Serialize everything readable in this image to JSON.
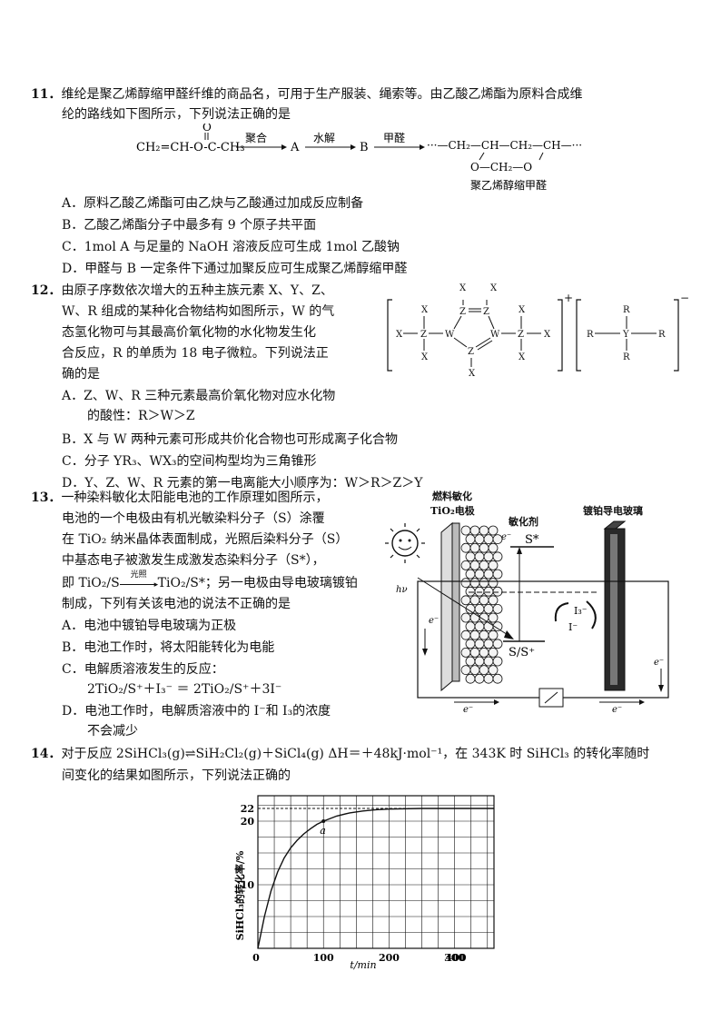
{
  "q11": {
    "num": "11．",
    "stem_l1": "维纶是聚乙烯醇缩甲醛纤维的商品名，可用于生产服装、绳索等。由乙酸乙烯酯为原料合成维",
    "stem_l2": "纶的路线如下图所示，下列说法正确的是",
    "scheme": {
      "start": "CH₂=CH-O-C-CH₃",
      "carbonyl_o": "O",
      "arrow1": "聚合",
      "a": "A",
      "arrow2": "水解",
      "b": "B",
      "arrow3": "甲醛",
      "product": "···—CH₂—CH—CH₂—CH—···",
      "ring": "O—CH₂—O",
      "product_name": "聚乙烯醇缩甲醛"
    },
    "options": [
      "A．原料乙酸乙烯酯可由乙炔与乙酸通过加成反应制备",
      "B．乙酸乙烯酯分子中最多有 9 个原子共平面",
      "C．1mol A 与足量的 NaOH 溶液反应可生成 1mol 乙酸钠",
      "D．甲醛与 B 一定条件下通过加聚反应可生成聚乙烯醇缩甲醛"
    ]
  },
  "q12": {
    "num": "12．",
    "stem": [
      "由原子序数依次增大的五种主族元素 X、Y、Z、",
      "W、R 组成的某种化合物结构如图所示，W 的气",
      "态氢化物可与其最高价氧化物的水化物发生化",
      "合反应，R 的单质为 18 电子微粒。下列说法正",
      "确的是"
    ],
    "structure": {
      "x": "X",
      "z": "Z",
      "w": "W",
      "y": "Y",
      "r": "R",
      "plus": "+",
      "minus": "−"
    },
    "options": [
      "A．Z、W、R 三种元素最高价氧化物对应水化物",
      "　　的酸性：R＞W＞Z",
      "B．X 与 W 两种元素可形成共价化合物也可形成离子化合物",
      "C．分子 YR₃、WX₃的空间构型均为三角锥形",
      "D．Y、Z、W、R 元素的第一电离能大小顺序为：W＞R＞Z＞Y"
    ]
  },
  "q13": {
    "num": "13．",
    "stem": [
      "一种染料敏化太阳能电池的工作原理如图所示，",
      "电池的一个电极由有机光敏染料分子（S）涂覆",
      "在 TiO₂ 纳米晶体表面制成，光照后染料分子（S）",
      "中基态电子被激发生成激发态染料分子（S*），"
    ],
    "eq_pre": "即 TiO₂/S",
    "eq_cond": "光照",
    "eq_post": "TiO₂/S*；另一电极由导电玻璃镀铂",
    "stem_end": "制成，下列有关该电池的说法不正确的是",
    "options": [
      "A．电池中镀铂导电玻璃为正极",
      "B．电池工作时，将太阳能转化为电能",
      "C．电解质溶液发生的反应：",
      "　　2TiO₂/S⁺＋I₃⁻ ＝ 2TiO₂/S⁺＋3I⁻",
      "D．电池工作时，电解质溶液中的 I⁻和 I₃的浓度",
      "　　不会减少"
    ],
    "figure": {
      "label_electrode": "燃料敏化",
      "label_electrode2": "TiO₂电极",
      "label_dye": "敏化剂",
      "label_glass": "镀铂导电玻璃",
      "s_star": "S*",
      "s_pair": "S/S⁺",
      "hv": "hν",
      "electron": "e⁻",
      "i3": "I₃⁻",
      "i": "I⁻"
    }
  },
  "q14": {
    "num": "14．",
    "stem_l1": "对于反应 2SiHCl₃(g)⇌SiH₂Cl₂(g)＋SiCl₄(g) ΔH＝＋48kJ·mol⁻¹，在 343K 时 SiHCl₃ 的转化率随时",
    "stem_l2": "间变化的结果如图所示，下列说法正确的"
  },
  "chart_data": {
    "type": "line",
    "xlabel": "t/min",
    "ylabel": "SiHCl₃的转化率/%",
    "xlim": [
      0,
      360
    ],
    "ylim": [
      0,
      24
    ],
    "xticks": [
      0,
      100,
      200,
      300,
      400
    ],
    "yticks": [
      10,
      20,
      22
    ],
    "grid": true,
    "equilibrium_line": 22,
    "point_label": "a",
    "point": {
      "x": 100,
      "y": 20
    },
    "series": [
      {
        "x": [
          0,
          10,
          20,
          30,
          40,
          50,
          60,
          70,
          80,
          90,
          100,
          120,
          140,
          160,
          180,
          200,
          250,
          300,
          360
        ],
        "y": [
          0,
          5,
          9,
          12,
          14.2,
          15.8,
          17,
          18,
          18.8,
          19.5,
          20,
          20.8,
          21.3,
          21.6,
          21.8,
          21.9,
          22,
          22,
          22
        ]
      }
    ]
  }
}
